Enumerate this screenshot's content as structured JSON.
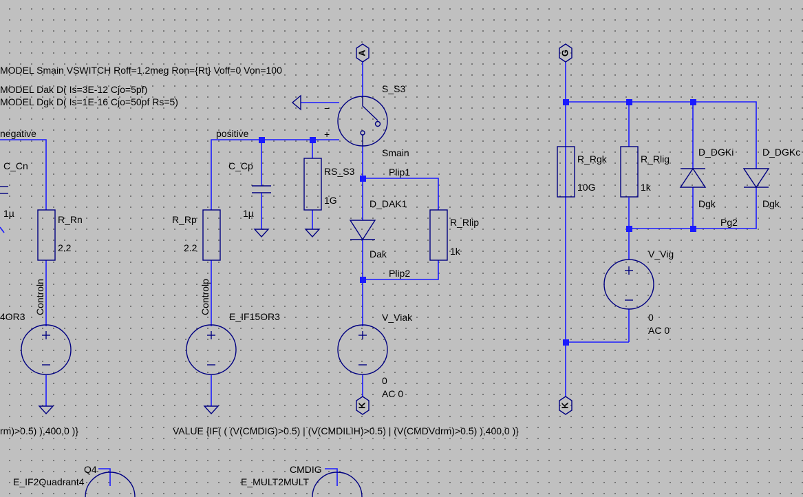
{
  "directives": {
    "model_smain": "MODEL Smain VSWITCH Roff=1.2meg Ron={Rt} Voff=0 Von=100",
    "model_dak": "MODEL  Dak D( Is=3E-12 Cjo=5pf)",
    "model_dgk": "MODEL  Dgk D( Is=1E-16 Cjo=50pf Rs=5)"
  },
  "nets": {
    "negative": "negative",
    "positive": "positive",
    "controln": "Controln",
    "controlp": "Controlp",
    "plip1": "Plip1",
    "plip2": "Plip2",
    "pg2": "Pg2",
    "q4": "Q4",
    "cmdig": "CMDIG"
  },
  "ports": {
    "a": "A",
    "k": "K",
    "g": "G"
  },
  "components": {
    "c_cn": {
      "name": "C_Cn",
      "value": "1µ"
    },
    "r_rn": {
      "name": "R_Rn",
      "value": "2.2"
    },
    "e_left": {
      "name": "4OR3"
    },
    "r_rp": {
      "name": "R_Rp",
      "value": "2.2"
    },
    "c_cp": {
      "name": "C_Cp",
      "value": "1µ"
    },
    "rs_s3": {
      "name": "RS_S3",
      "value": "1G"
    },
    "e_if15or3": {
      "name": "E_IF15OR3"
    },
    "s_s3": {
      "name": "S_S3",
      "model": "Smain",
      "minus": "−",
      "plus": "+"
    },
    "d_dak1": {
      "name": "D_DAK1",
      "model": "Dak"
    },
    "r_rlip": {
      "name": "R_Rlip",
      "value": "1k"
    },
    "v_viak": {
      "name": "V_Viak",
      "value": "0",
      "ac": "AC 0"
    },
    "r_rgk": {
      "name": "R_Rgk",
      "value": "10G"
    },
    "r_rlig": {
      "name": "R_Rlig",
      "value": "1k"
    },
    "d_dgki": {
      "name": "D_DGKi",
      "model": "Dgk"
    },
    "d_dgkc": {
      "name": "D_DGKc",
      "model": "Dgk"
    },
    "v_vig": {
      "name": "V_Vig",
      "value": "0",
      "ac": "AC 0"
    },
    "e_if2quadrant4": {
      "name": "E_IF2Quadrant4"
    },
    "e_mult2mult": {
      "name": "E_MULT2MULT"
    }
  },
  "expressions": {
    "left": "rm)>0.5) ),400,0 )}",
    "main": "VALUE {IF(  ( (V(CMDIG)>0.5) | (V(CMDILIH)>0.5) | (V(CMDVdrm)>0.5) ),400,0 )}"
  }
}
